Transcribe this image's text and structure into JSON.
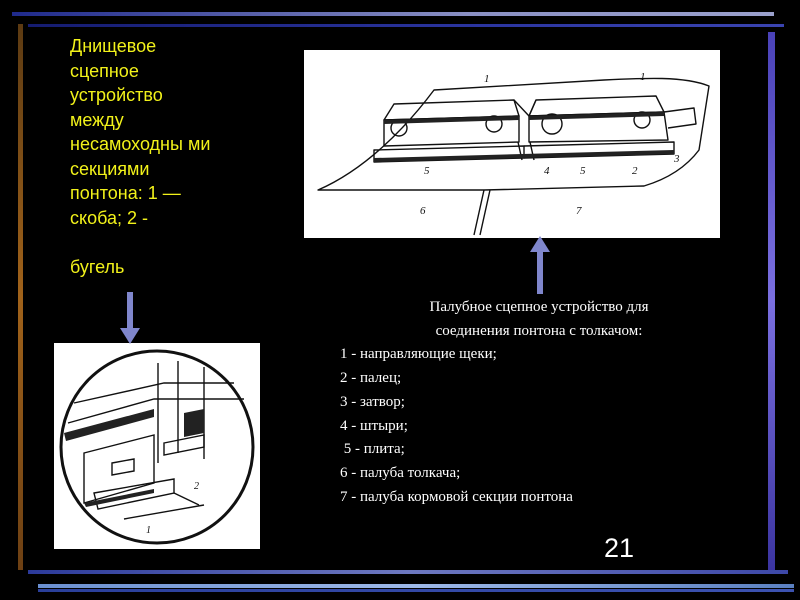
{
  "left_caption": "  Днищевое сцепное устройство между несамоходны ми секциями понтона:    1 — скоба; 2 - \n\nбугель",
  "right_caption": {
    "title_line_1": "Палубное  сцепное  устройство для",
    "title_line_2": "соединения  понтона с  толкачом:",
    "items": [
      "1 - направляющие  щеки;",
      "2 - палец;",
      "3 - затвор;",
      "4 - штыри;",
      " 5 - плита;",
      "6 - палуба толкача;",
      "7 - палуба кормовой секции понтона"
    ]
  },
  "top_figure_labels": [
    "1",
    "1",
    "2",
    "3",
    "4",
    "5",
    "5",
    "6",
    "7"
  ],
  "bottom_figure_labels": [
    "1",
    "2"
  ],
  "page_number": "21",
  "colors": {
    "background": "#000000",
    "left_caption": "#f2f21a",
    "right_caption": "#ffffff",
    "arrow": "#7f86cc"
  },
  "icons": {
    "arrow_down": "arrow-down-icon",
    "arrow_up": "arrow-up-icon"
  }
}
